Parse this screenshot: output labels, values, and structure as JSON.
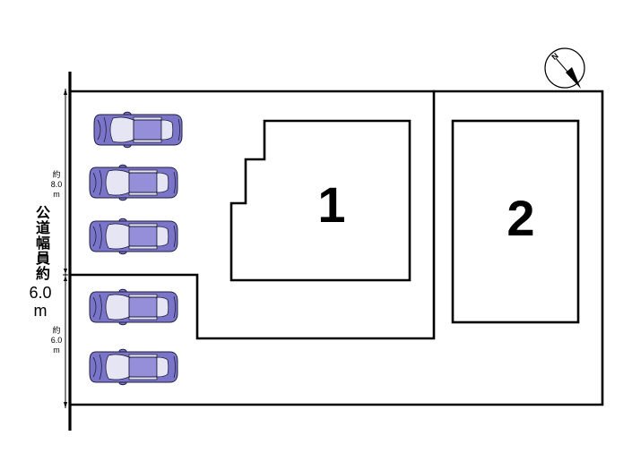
{
  "compass": {
    "label": "N"
  },
  "lots": [
    {
      "label": "1"
    },
    {
      "label": "2"
    }
  ],
  "frontage": [
    {
      "prefix": "約",
      "value": "8.0",
      "unit": "m"
    },
    {
      "prefix": "約",
      "value": "6.0",
      "unit": "m"
    }
  ],
  "road": {
    "label": "公道幅員約",
    "width": "6.0",
    "unit": "m"
  },
  "colors": {
    "background": "#ffffff",
    "line": "#000000",
    "car_body": "#7b75c9",
    "car_roof": "#958fda",
    "car_glass": "#e6e5f4",
    "car_outline": "#1f1e3c"
  }
}
